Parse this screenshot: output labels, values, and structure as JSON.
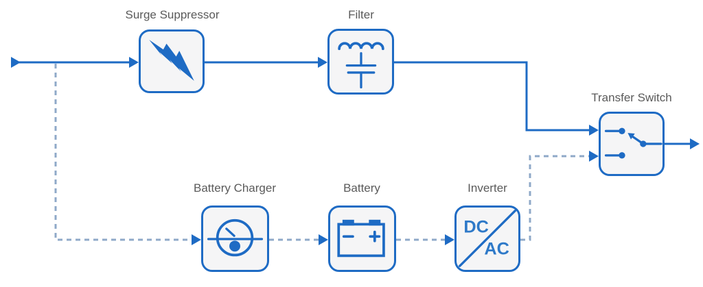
{
  "diagram": {
    "type": "block-diagram",
    "subject": "UPS power path",
    "labels": {
      "surge_suppressor": "Surge Suppressor",
      "filter": "Filter",
      "transfer_switch": "Transfer Switch",
      "battery_charger": "Battery Charger",
      "battery": "Battery",
      "inverter": "Inverter",
      "inverter_dc": "DC",
      "inverter_ac": "AC"
    },
    "colors": {
      "solid_line": "#1E6BC4",
      "dashed_line": "#8FA9C8",
      "box_border": "#1E6BC4",
      "box_fill": "#F5F5F6",
      "label_text": "#5A5A5A",
      "dcac_text": "#2E79C8",
      "background": "#FFFFFF"
    },
    "edges": [
      {
        "from": "ac-input",
        "to": "surge-suppressor",
        "style": "solid"
      },
      {
        "from": "surge-suppressor",
        "to": "filter",
        "style": "solid"
      },
      {
        "from": "filter",
        "to": "transfer-switch",
        "style": "solid",
        "port": "primary"
      },
      {
        "from": "ac-input",
        "to": "battery-charger",
        "style": "dashed"
      },
      {
        "from": "battery-charger",
        "to": "battery",
        "style": "dashed"
      },
      {
        "from": "battery",
        "to": "inverter",
        "style": "dashed"
      },
      {
        "from": "inverter",
        "to": "transfer-switch",
        "style": "dashed",
        "port": "secondary"
      },
      {
        "from": "transfer-switch",
        "to": "load-output",
        "style": "solid"
      }
    ]
  }
}
